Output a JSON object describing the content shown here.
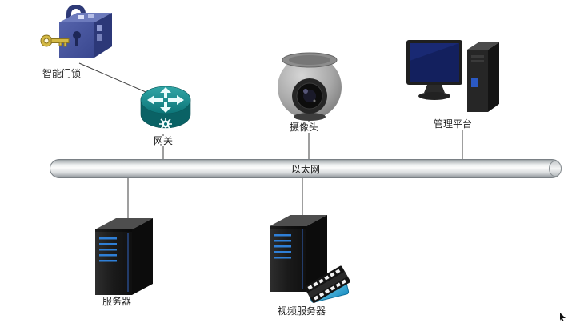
{
  "diagram": {
    "type": "network-topology",
    "nodes": {
      "smart_lock": {
        "label": "智能门锁"
      },
      "gateway": {
        "label": "网关"
      },
      "camera": {
        "label": "摄像头"
      },
      "management_platform": {
        "label": "管理平台"
      },
      "ethernet_bus": {
        "label": "以太网"
      },
      "server": {
        "label": "服务器"
      },
      "video_server": {
        "label": "视频服务器"
      }
    },
    "edges": [
      {
        "from": "smart_lock",
        "to": "gateway"
      },
      {
        "from": "gateway",
        "to": "ethernet_bus"
      },
      {
        "from": "camera",
        "to": "ethernet_bus"
      },
      {
        "from": "management_platform",
        "to": "ethernet_bus"
      },
      {
        "from": "server",
        "to": "ethernet_bus"
      },
      {
        "from": "video_server",
        "to": "ethernet_bus"
      }
    ],
    "colors": {
      "lock_body": "#44519e",
      "key_gold": "#d4b945",
      "gateway_teal": "#0e7c7e",
      "camera_gray": "#a8a8a8",
      "screen_navy": "#13205e",
      "server_black": "#1a1a1a",
      "led_blue": "#2f7fd6",
      "film_cyan": "#2ab0d8",
      "bus_fill": "#e8eaeb",
      "connector": "#3f3f3f",
      "background": "#ffffff"
    }
  }
}
